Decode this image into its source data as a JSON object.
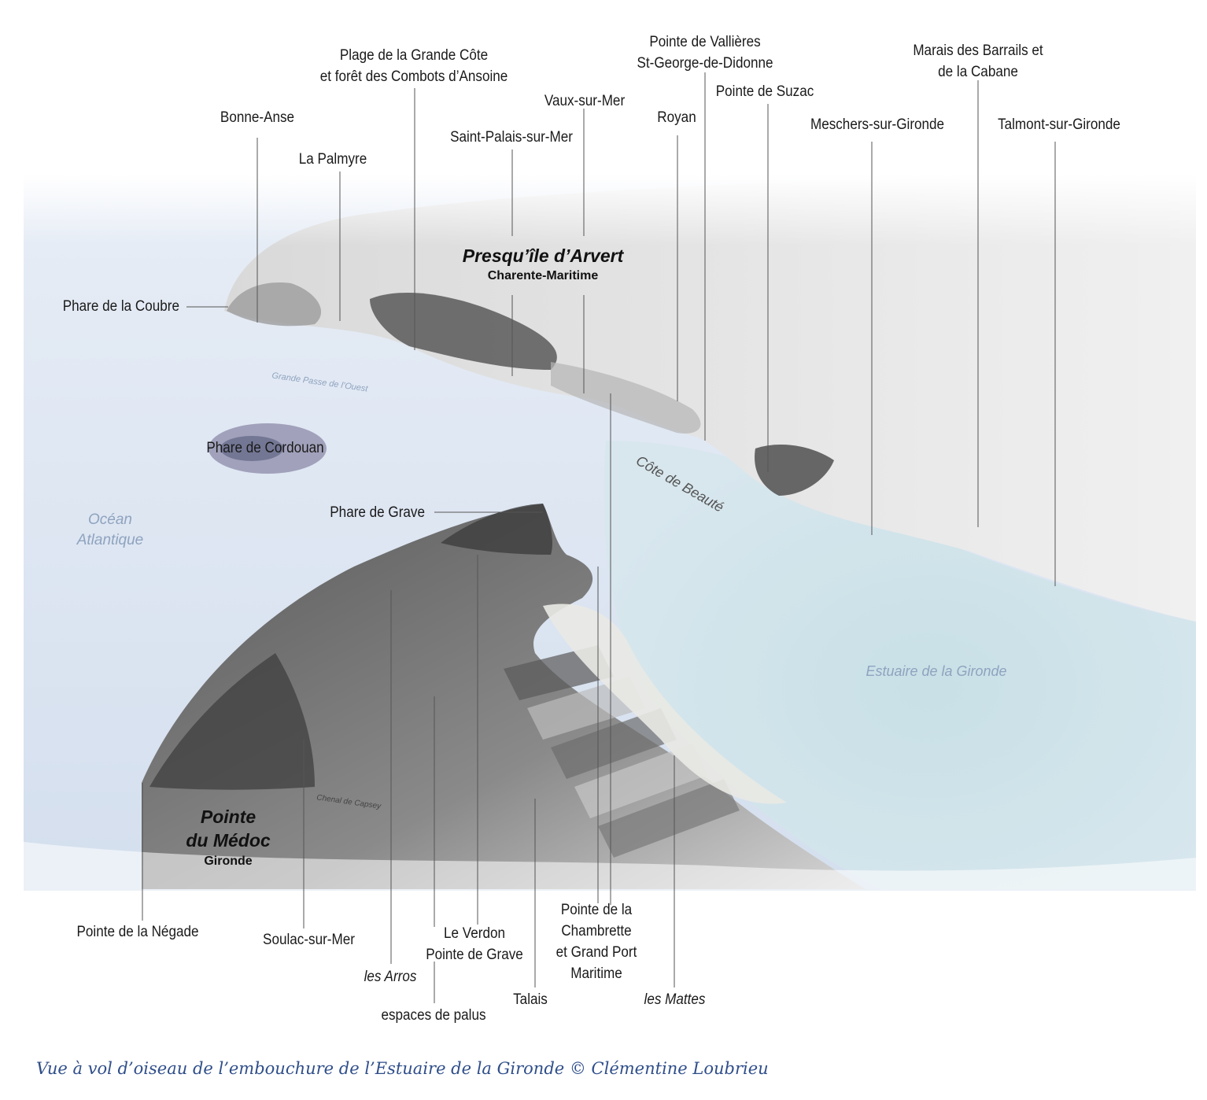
{
  "colors": {
    "ocean": "#dfe7f2",
    "estuary": "#cfe3e6",
    "land_light": "#ececec",
    "land_dark": "#4a4a4a",
    "leader_line": "#555555",
    "caption": "#2f4e8a",
    "water_label": "#8fa3bf"
  },
  "regions": {
    "arvert": {
      "title": "Presqu’île d’Arvert",
      "subtitle": "Charente-Maritime"
    },
    "medoc": {
      "title_line1": "Pointe",
      "title_line2": "du Médoc",
      "subtitle": "Gironde"
    }
  },
  "water_labels": {
    "ocean_line1": "Océan",
    "ocean_line2": "Atlantique",
    "estuary": "Estuaire de la Gironde",
    "grande_passe": "Grande Passe de l’Ouest",
    "cote_beaute": "Côte de Beauté",
    "chenal": "Chenal de Capsey"
  },
  "places": {
    "bonne_anse": "Bonne-Anse",
    "la_palmyre": "La Palmyre",
    "plage_line1": "Plage de la Grande Côte",
    "plage_line2": "et forêt des Combots d’Ansoine",
    "saint_palais": "Saint-Palais-sur-Mer",
    "vaux": "Vaux-sur-Mer",
    "royan": "Royan",
    "vallieres_line1": "Pointe de Vallières",
    "vallieres_line2": "St-George-de-Didonne",
    "suzac": "Pointe de Suzac",
    "meschers": "Meschers-sur-Gironde",
    "barrails_line1": "Marais des Barrails et",
    "barrails_line2": "de la Cabane",
    "talmont": "Talmont-sur-Gironde",
    "phare_coubre": "Phare de la Coubre",
    "phare_cordouan": "Phare de Cordouan",
    "phare_grave": "Phare de Grave",
    "negade": "Pointe de la Négade",
    "soulac": "Soulac-sur-Mer",
    "arros": "les Arros",
    "palus": "espaces de palus",
    "verdon_line1": "Le Verdon",
    "verdon_line2": "Pointe de Grave",
    "talais": "Talais",
    "chambrette_line1": "Pointe de la",
    "chambrette_line2": "Chambrette",
    "chambrette_line3": "et Grand Port",
    "chambrette_line4": "Maritime",
    "mattes": "les Mattes"
  },
  "caption": "Vue à vol d’oiseau de l’embouchure de l’Estuaire de la Gironde © Clémentine Loubrieu"
}
